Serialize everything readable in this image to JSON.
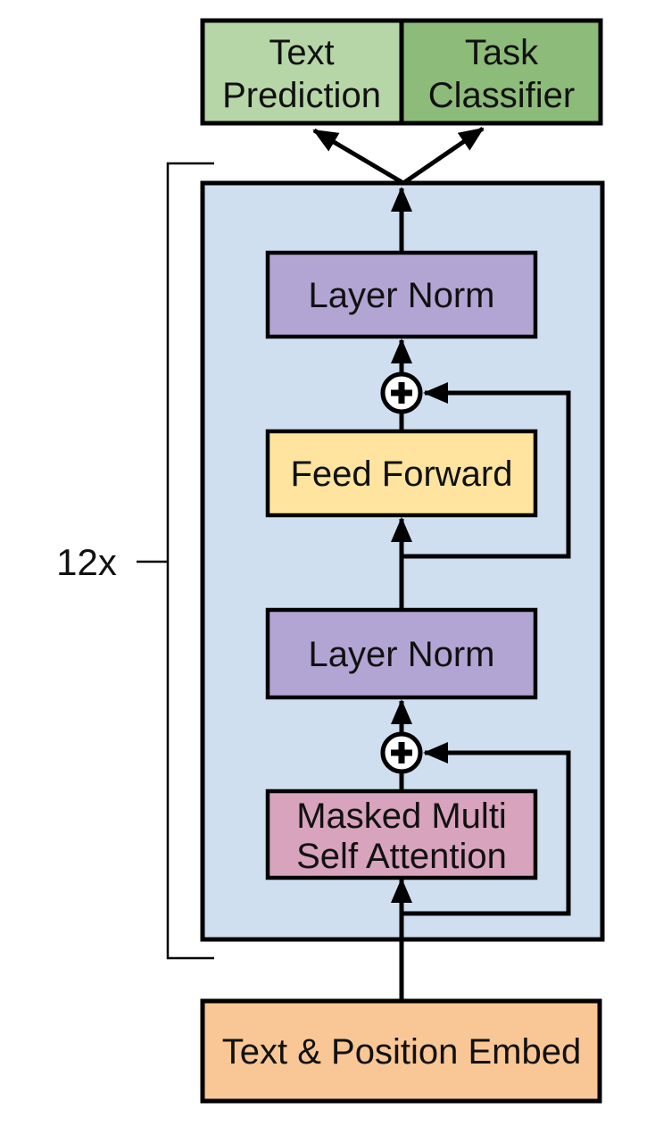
{
  "diagram": {
    "repeat_label": "12x",
    "outputs": {
      "text_prediction": {
        "line1": "Text",
        "line2": "Prediction"
      },
      "task_classifier": {
        "line1": "Task",
        "line2": "Classifier"
      }
    },
    "transformer_block": {
      "layer_norm_top": "Layer Norm",
      "feed_forward": "Feed Forward",
      "layer_norm_bottom": "Layer Norm",
      "masked_attention": {
        "line1": "Masked Multi",
        "line2": "Self Attention"
      }
    },
    "input": {
      "embed": "Text & Position Embed"
    }
  },
  "colors": {
    "background": "#ffffff",
    "line": "#000000",
    "light_green": "#b7d6a8",
    "dark_green": "#8dbb79",
    "light_blue": "#cfdff0",
    "purple": "#b3a5d3",
    "yellow": "#fee49f",
    "pink": "#d8a3bc",
    "orange": "#f9c795",
    "circle_fill": "#ffffff"
  }
}
